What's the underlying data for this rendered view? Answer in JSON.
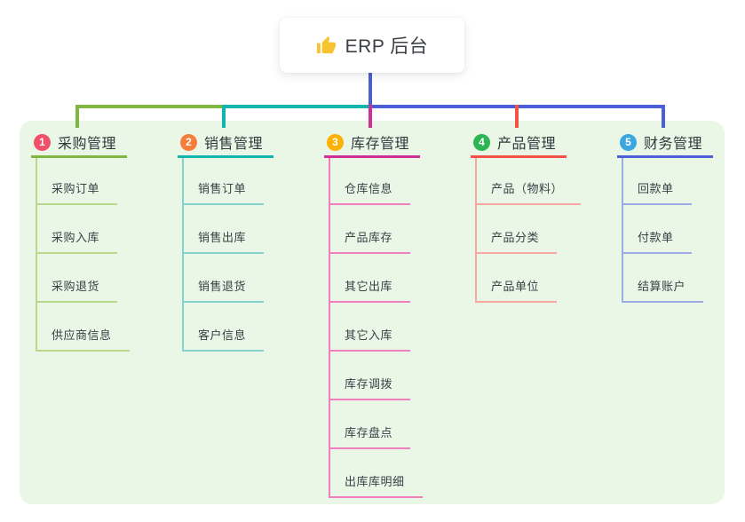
{
  "root": {
    "label": "ERP 后台",
    "icon": "thumbs-up-icon"
  },
  "colors": {
    "panel_background": "#eaf7e7",
    "root_line": "#4c5fd7",
    "icon_yellow": "#f7c331",
    "title_text": "#32373c",
    "child_text": "#3a4046"
  },
  "branches": [
    {
      "index": "1",
      "label": "采购管理",
      "badge_color": "#f1506b",
      "line_color": "#7fb741",
      "child_line_color": "#b9d88e",
      "children": [
        "采购订单",
        "采购入库",
        "采购退货",
        "供应商信息"
      ]
    },
    {
      "index": "2",
      "label": "销售管理",
      "badge_color": "#f67d3c",
      "line_color": "#12b5ad",
      "child_line_color": "#84d4cc",
      "children": [
        "销售订单",
        "销售出库",
        "销售退货",
        "客户信息"
      ]
    },
    {
      "index": "3",
      "label": "库存管理",
      "badge_color": "#fcb104",
      "line_color": "#ce3093",
      "child_line_color": "#f07fc0",
      "children": [
        "仓库信息",
        "产品库存",
        "其它出库",
        "其它入库",
        "库存调拨",
        "库存盘点",
        "出库库明细"
      ]
    },
    {
      "index": "4",
      "label": "产品管理",
      "badge_color": "#2eb553",
      "line_color": "#f25248",
      "child_line_color": "#f8a8a1",
      "children": [
        "产品（物料）",
        "产品分类",
        "产品单位"
      ]
    },
    {
      "index": "5",
      "label": "财务管理",
      "badge_color": "#3aa7e1",
      "line_color": "#4c5fd7",
      "child_line_color": "#9dace7",
      "children": [
        "回款单",
        "付款单",
        "结算账户"
      ]
    }
  ]
}
